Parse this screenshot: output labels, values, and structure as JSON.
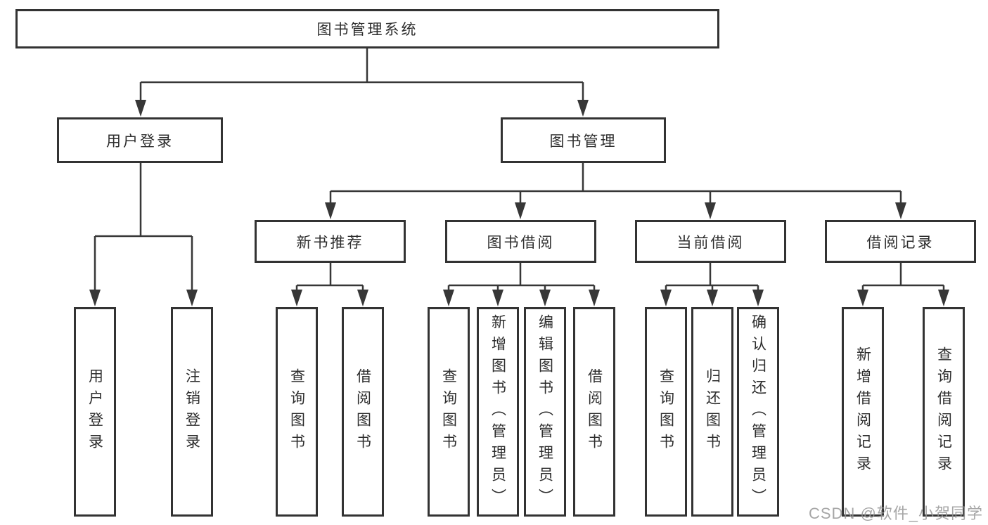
{
  "diagram": {
    "root": {
      "label": "图书管理系统"
    },
    "level2": [
      {
        "label": "用户登录"
      },
      {
        "label": "图书管理"
      }
    ],
    "level3": [
      {
        "label": "新书推荐"
      },
      {
        "label": "图书借阅"
      },
      {
        "label": "当前借阅"
      },
      {
        "label": "借阅记录"
      }
    ],
    "leaves": [
      {
        "label": "用户登录"
      },
      {
        "label": "注销登录"
      },
      {
        "label": "查询图书"
      },
      {
        "label": "借阅图书"
      },
      {
        "label": "查询图书"
      },
      {
        "label": "新增图书（管理员）"
      },
      {
        "label": "编辑图书（管理员）"
      },
      {
        "label": "借阅图书"
      },
      {
        "label": "查询图书"
      },
      {
        "label": "归还图书"
      },
      {
        "label": "确认归还（管理员）"
      },
      {
        "label": "新增借阅记录"
      },
      {
        "label": "查询借阅记录"
      }
    ]
  },
  "watermark": {
    "text": "CSDN @软件_小贺同学"
  },
  "colors": {
    "line": "#373737",
    "box_border": "#333333",
    "box_fill": "#ffffff",
    "text": "#2d2d2d",
    "watermark": "#969696"
  }
}
